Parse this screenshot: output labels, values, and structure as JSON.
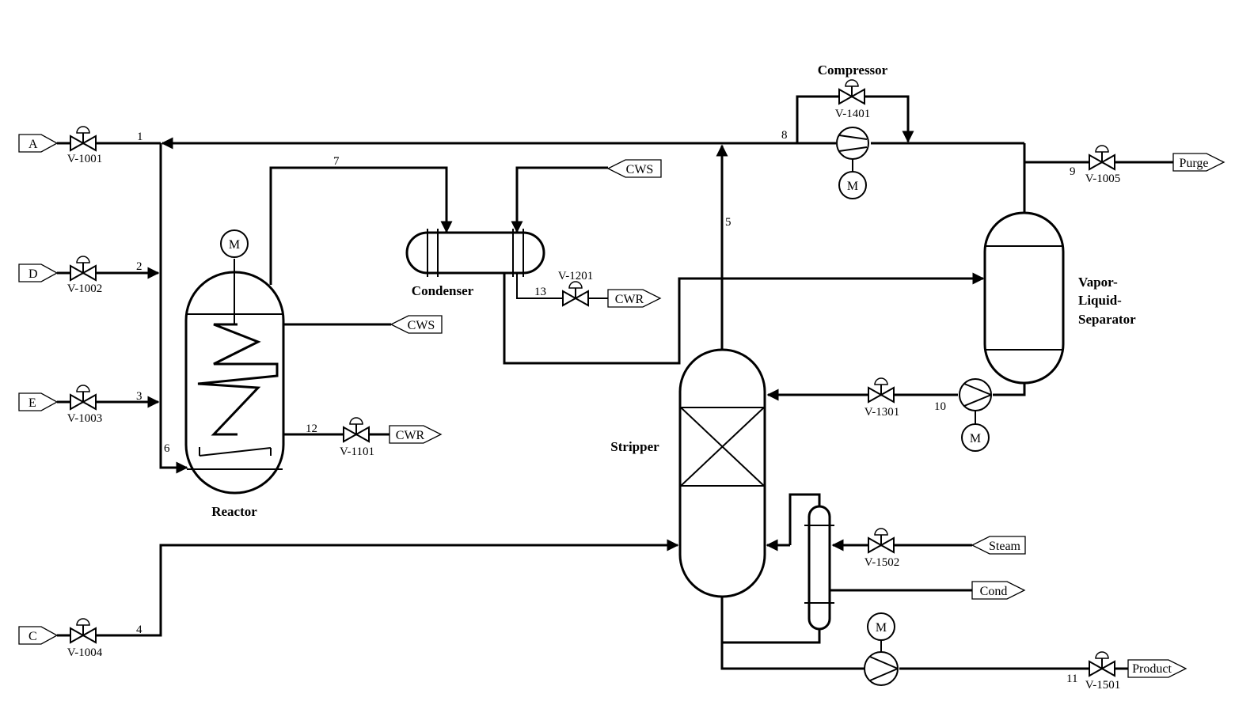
{
  "equipment": {
    "compressor": "Compressor",
    "condenser": "Condenser",
    "reactor": "Reactor",
    "stripper": "Stripper",
    "separator_line1": "Vapor-",
    "separator_line2": "Liquid-",
    "separator_line3": "Separator"
  },
  "streams": {
    "s1": "1",
    "s2": "2",
    "s3": "3",
    "s4": "4",
    "s5": "5",
    "s6": "6",
    "s7": "7",
    "s8": "8",
    "s9": "9",
    "s10": "10",
    "s11": "11",
    "s12": "12",
    "s13": "13"
  },
  "valves": {
    "v1001": "V-1001",
    "v1002": "V-1002",
    "v1003": "V-1003",
    "v1004": "V-1004",
    "v1005": "V-1005",
    "v1101": "V-1101",
    "v1201": "V-1201",
    "v1301": "V-1301",
    "v1401": "V-1401",
    "v1501": "V-1501",
    "v1502": "V-1502"
  },
  "feeds": {
    "a": "A",
    "d": "D",
    "e": "E",
    "c": "C"
  },
  "utilities": {
    "cws_condenser": "CWS",
    "cwr_condenser": "CWR",
    "cws_reactor": "CWS",
    "cwr_reactor": "CWR",
    "purge": "Purge",
    "steam": "Steam",
    "cond": "Cond",
    "product": "Product"
  },
  "motor_label": "M"
}
